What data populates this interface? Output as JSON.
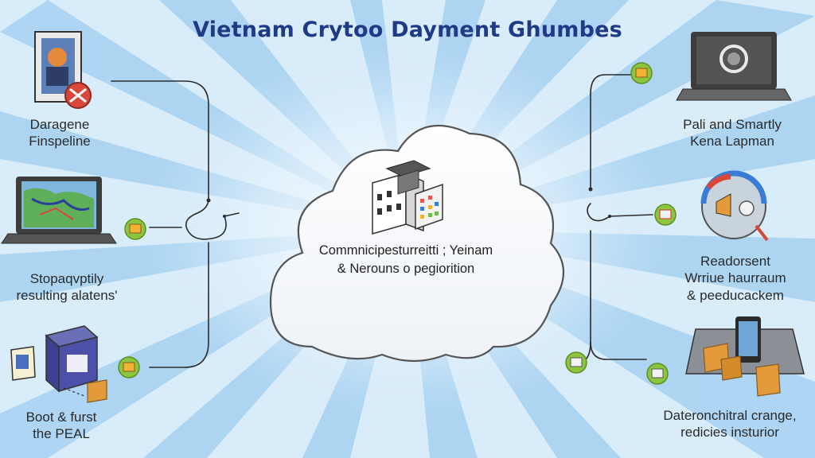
{
  "title": "Vietnam Crytoo Dayment Ghumbes",
  "center": {
    "line1": "Commnicipesturreitti ; Yeinam",
    "line2": "& Nerouns o pegiorition"
  },
  "left_items": [
    {
      "line1": "Daragene",
      "line2": "Finspeline"
    },
    {
      "line1": "Stopaqvptily",
      "line2": "resulting alatens'"
    },
    {
      "line1": "Boot & furst",
      "line2": "the PEAL"
    }
  ],
  "right_items": [
    {
      "line1": "Pali and Smartly",
      "line2": "Kena Lapman"
    },
    {
      "line1": "Readorsent",
      "line2": "Wrriue haurraum",
      "line3": "& peeducackem"
    },
    {
      "line1": "Dateronchitral crange,",
      "line2": "redicies insturior"
    }
  ],
  "colors": {
    "background": "#d9ecfa",
    "rays": "#9fcdef",
    "title": "#1f3a86",
    "badge": "#8cc63f"
  }
}
